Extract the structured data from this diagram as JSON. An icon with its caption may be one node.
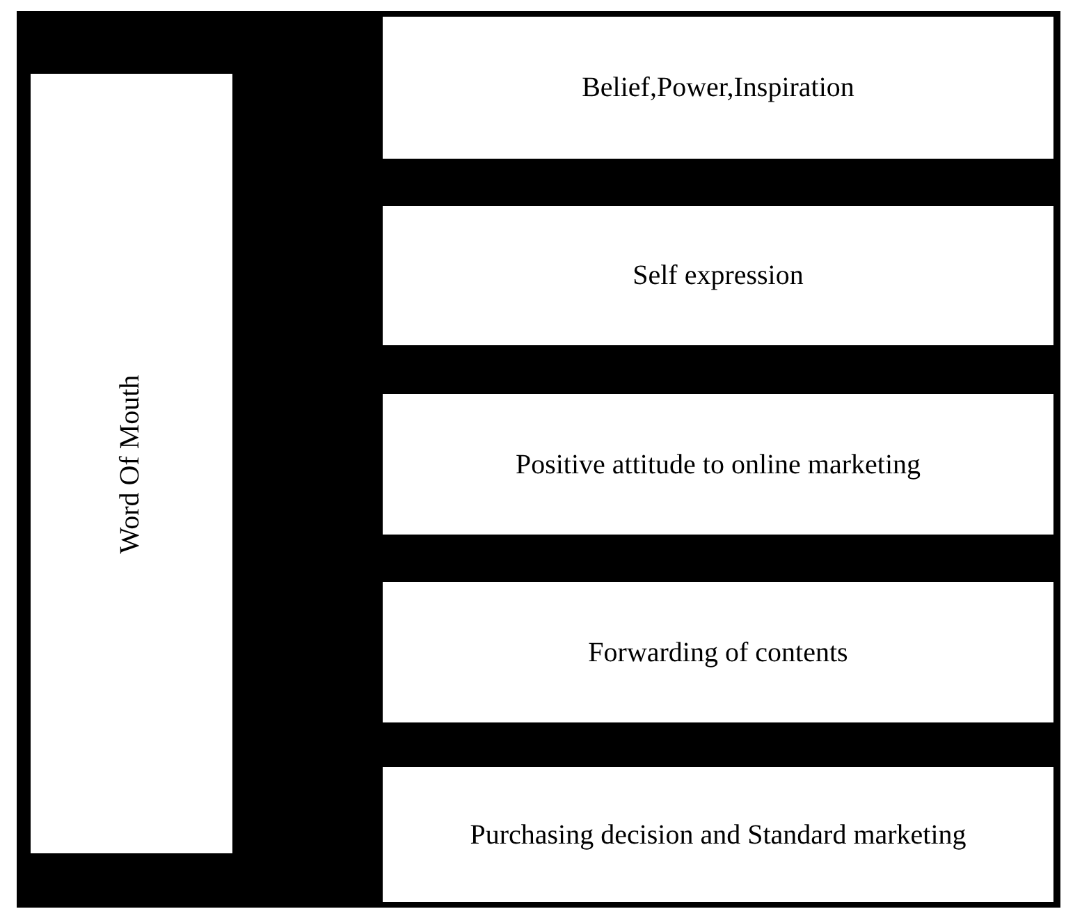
{
  "diagram": {
    "nodes": [
      {
        "text": [
          "Word Of Mouth"
        ]
      },
      {
        "text": [
          "Belief,Power,Inspiration"
        ]
      },
      {
        "text": [
          "Self expression"
        ]
      },
      {
        "text": [
          "Positive attitude to online marketing"
        ]
      },
      {
        "text": [
          "Forwarding of contents"
        ]
      },
      {
        "text": [
          "Purchasing decision and Standard marketing"
        ]
      }
    ]
  }
}
